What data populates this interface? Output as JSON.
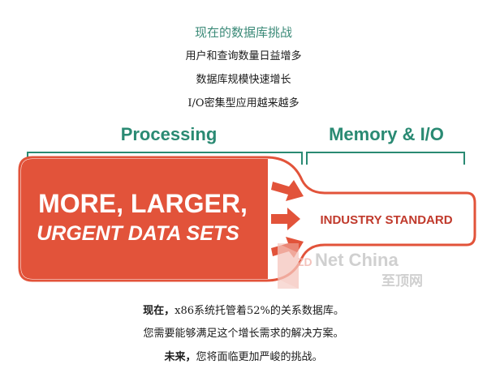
{
  "header": {
    "title": "现在的数据库挑战",
    "lines": [
      "用户和查询数量日益增多",
      "数据库规模快速增长",
      "I/O密集型应用越来越多"
    ]
  },
  "diagram": {
    "processing_label": "Processing",
    "memory_label": "Memory & I/O",
    "big_text_line1": "MORE, LARGER,",
    "big_text_line2": "URGENT DATA SETS",
    "neck_label": "INDUSTRY STANDARD",
    "colors": {
      "bottle_red": "#e2533a",
      "label_green": "#2a8a73",
      "outline": "#e2533a"
    }
  },
  "watermark": {
    "brand": "Net China",
    "brand_prefix": "ZD",
    "sub": "至顶网"
  },
  "footer": {
    "line1_bold": "现在，",
    "line1_rest": "x86系统托管着52%的关系数据库。",
    "line2": "您需要能够满足这个增长需求的解决方案。",
    "line3_bold": "未来，",
    "line3_rest": "您将面临更加严峻的挑战。"
  }
}
